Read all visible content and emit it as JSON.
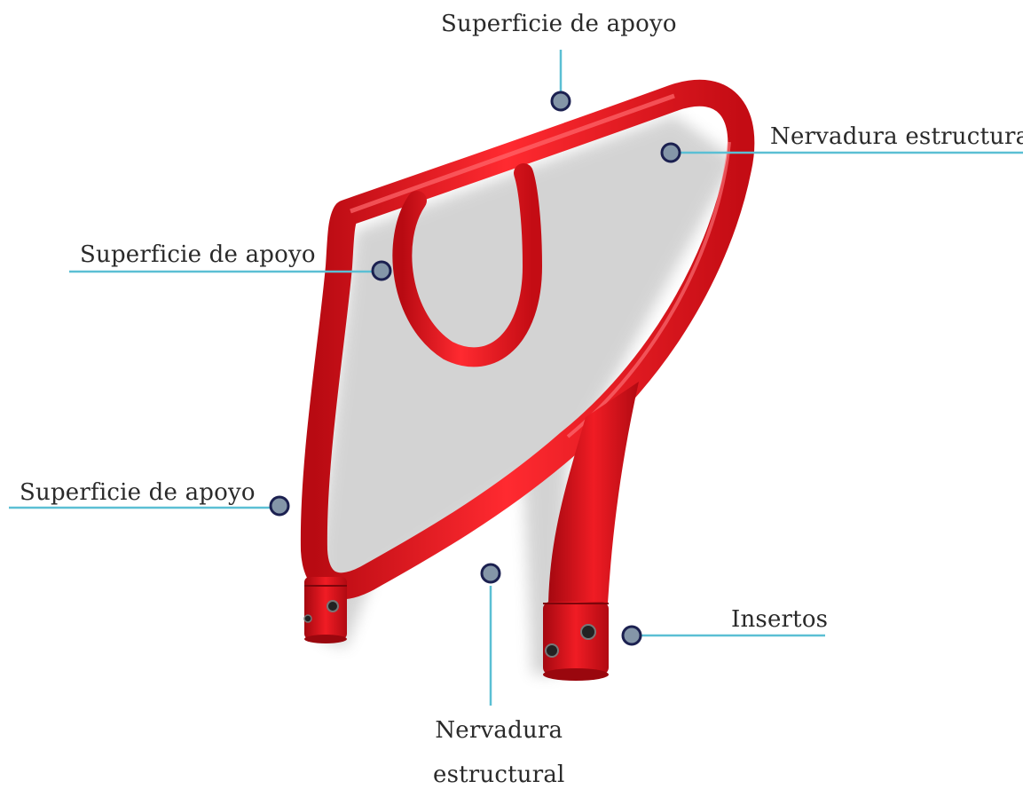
{
  "labels": {
    "top": "Superficie de apoyo",
    "right": "Nervadura estructural",
    "middle_left": "Superficie de apoyo",
    "lower_left": "Superficie de apoyo",
    "bottom_right": "Insertos",
    "bottom_line1": "Nervadura",
    "bottom_line2": "estructural"
  },
  "colors": {
    "frame": "#e3141c",
    "leader_line": "#5bbfd4",
    "marker_fill": "#8496a8",
    "marker_stroke": "#1b2050"
  }
}
